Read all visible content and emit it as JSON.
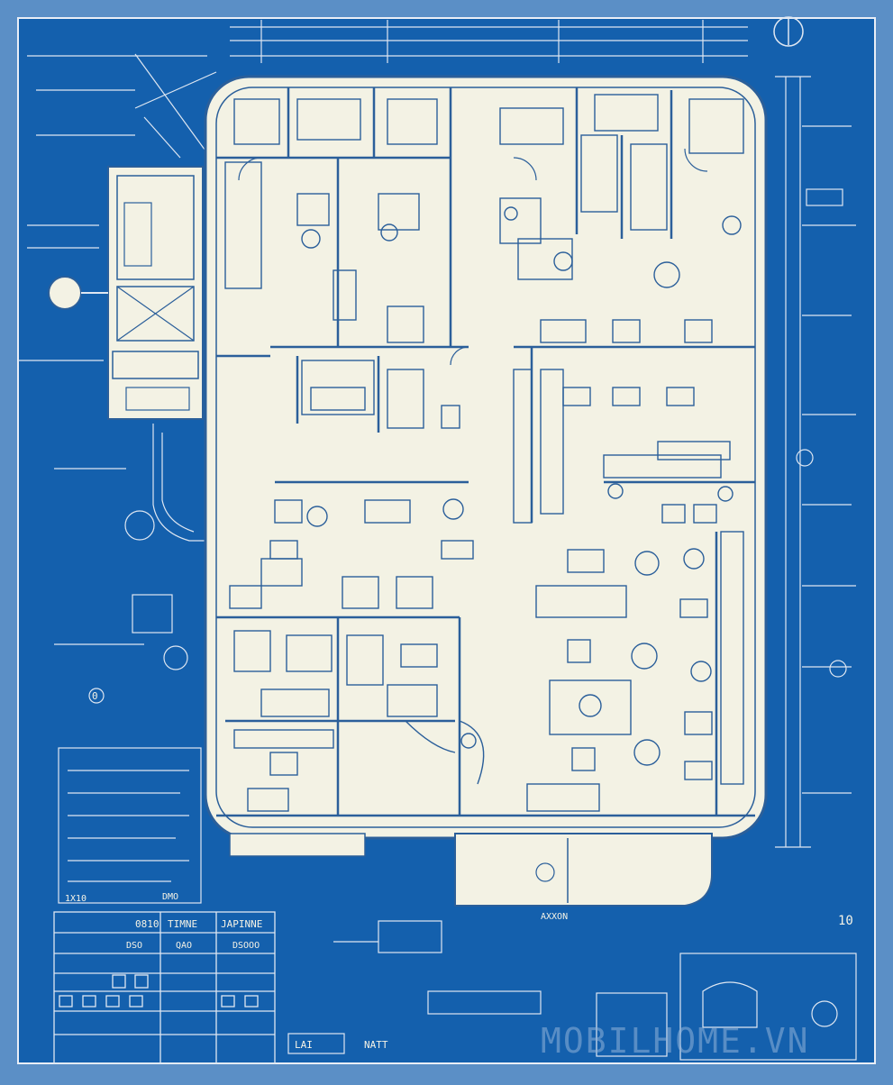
{
  "colors": {
    "frame": "#5b8fc6",
    "blueprint": "#1460ad",
    "paper": "#f3f2e4",
    "ink": "#f5f3e6",
    "line": "#2b5f9a",
    "watermark": "#8fb2d8"
  },
  "title_block": {
    "headers": [
      "0810",
      "TIMNE",
      "JAPINNE"
    ],
    "rows": [
      [
        "DSO",
        "QAO",
        "DSOOO"
      ]
    ]
  },
  "labels": {
    "left_note": "1X10",
    "left_note_2": "DMO",
    "bottom_code": "LAI",
    "bottom_title": "NATT",
    "sheet_number": "10",
    "center_tag": "AXXON",
    "circle_mark": "0"
  },
  "watermark": "MOBILHOME.VN",
  "icons": [
    "north-arrow-icon",
    "compass-icon",
    "door-swing-icon"
  ]
}
